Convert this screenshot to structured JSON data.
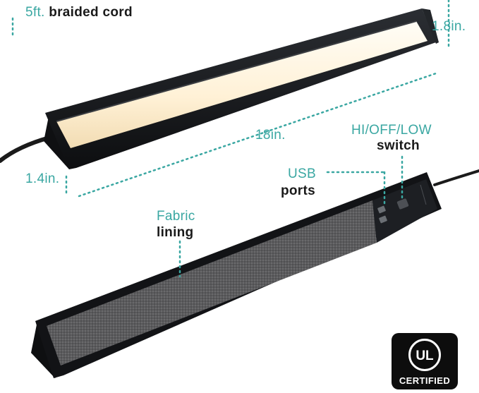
{
  "labels": {
    "cord_prefix": "5ft.",
    "cord_text": "braided cord",
    "height": "1.8in.",
    "length": "18in.",
    "depth": "1.4in.",
    "switch_title": "HI/OFF/LOW",
    "switch_sub": "switch",
    "usb_title": "USB",
    "usb_sub": "ports",
    "fabric_title": "Fabric",
    "fabric_sub": "lining"
  },
  "badge": {
    "mark": "UL",
    "text": "CERTIFIED"
  },
  "colors": {
    "accent": "#3aa7a2",
    "housing": "#15171a",
    "lens": "#fff3dc",
    "fabric": "#5a5a5a"
  }
}
